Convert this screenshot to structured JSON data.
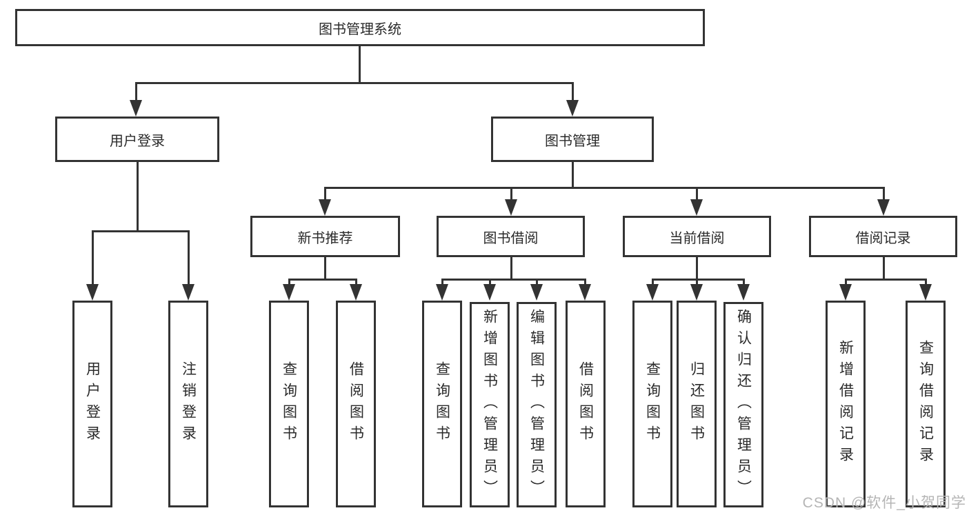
{
  "tree": {
    "label": "图书管理系统",
    "children": [
      {
        "label": "用户登录",
        "children": [
          {
            "label": "用户登录"
          },
          {
            "label": "注销登录"
          }
        ]
      },
      {
        "label": "图书管理",
        "children": [
          {
            "label": "新书推荐",
            "children": [
              {
                "label": "查询图书"
              },
              {
                "label": "借阅图书"
              }
            ]
          },
          {
            "label": "图书借阅",
            "children": [
              {
                "label": "查询图书"
              },
              {
                "label": "新增图书（管理员）"
              },
              {
                "label": "编辑图书（管理员）"
              },
              {
                "label": "借阅图书"
              }
            ]
          },
          {
            "label": "当前借阅",
            "children": [
              {
                "label": "查询图书"
              },
              {
                "label": "归还图书"
              },
              {
                "label": "确认归还（管理员）"
              }
            ]
          },
          {
            "label": "借阅记录",
            "children": [
              {
                "label": "新增借阅记录"
              },
              {
                "label": "查询借阅记录"
              }
            ]
          }
        ]
      }
    ]
  },
  "watermark": "CSDN @软件_小贺同学",
  "colors": {
    "line": "#333333",
    "box_border": "#333333",
    "text": "#2a2a2a",
    "watermark": "#b5b5b5",
    "background": "#ffffff"
  }
}
